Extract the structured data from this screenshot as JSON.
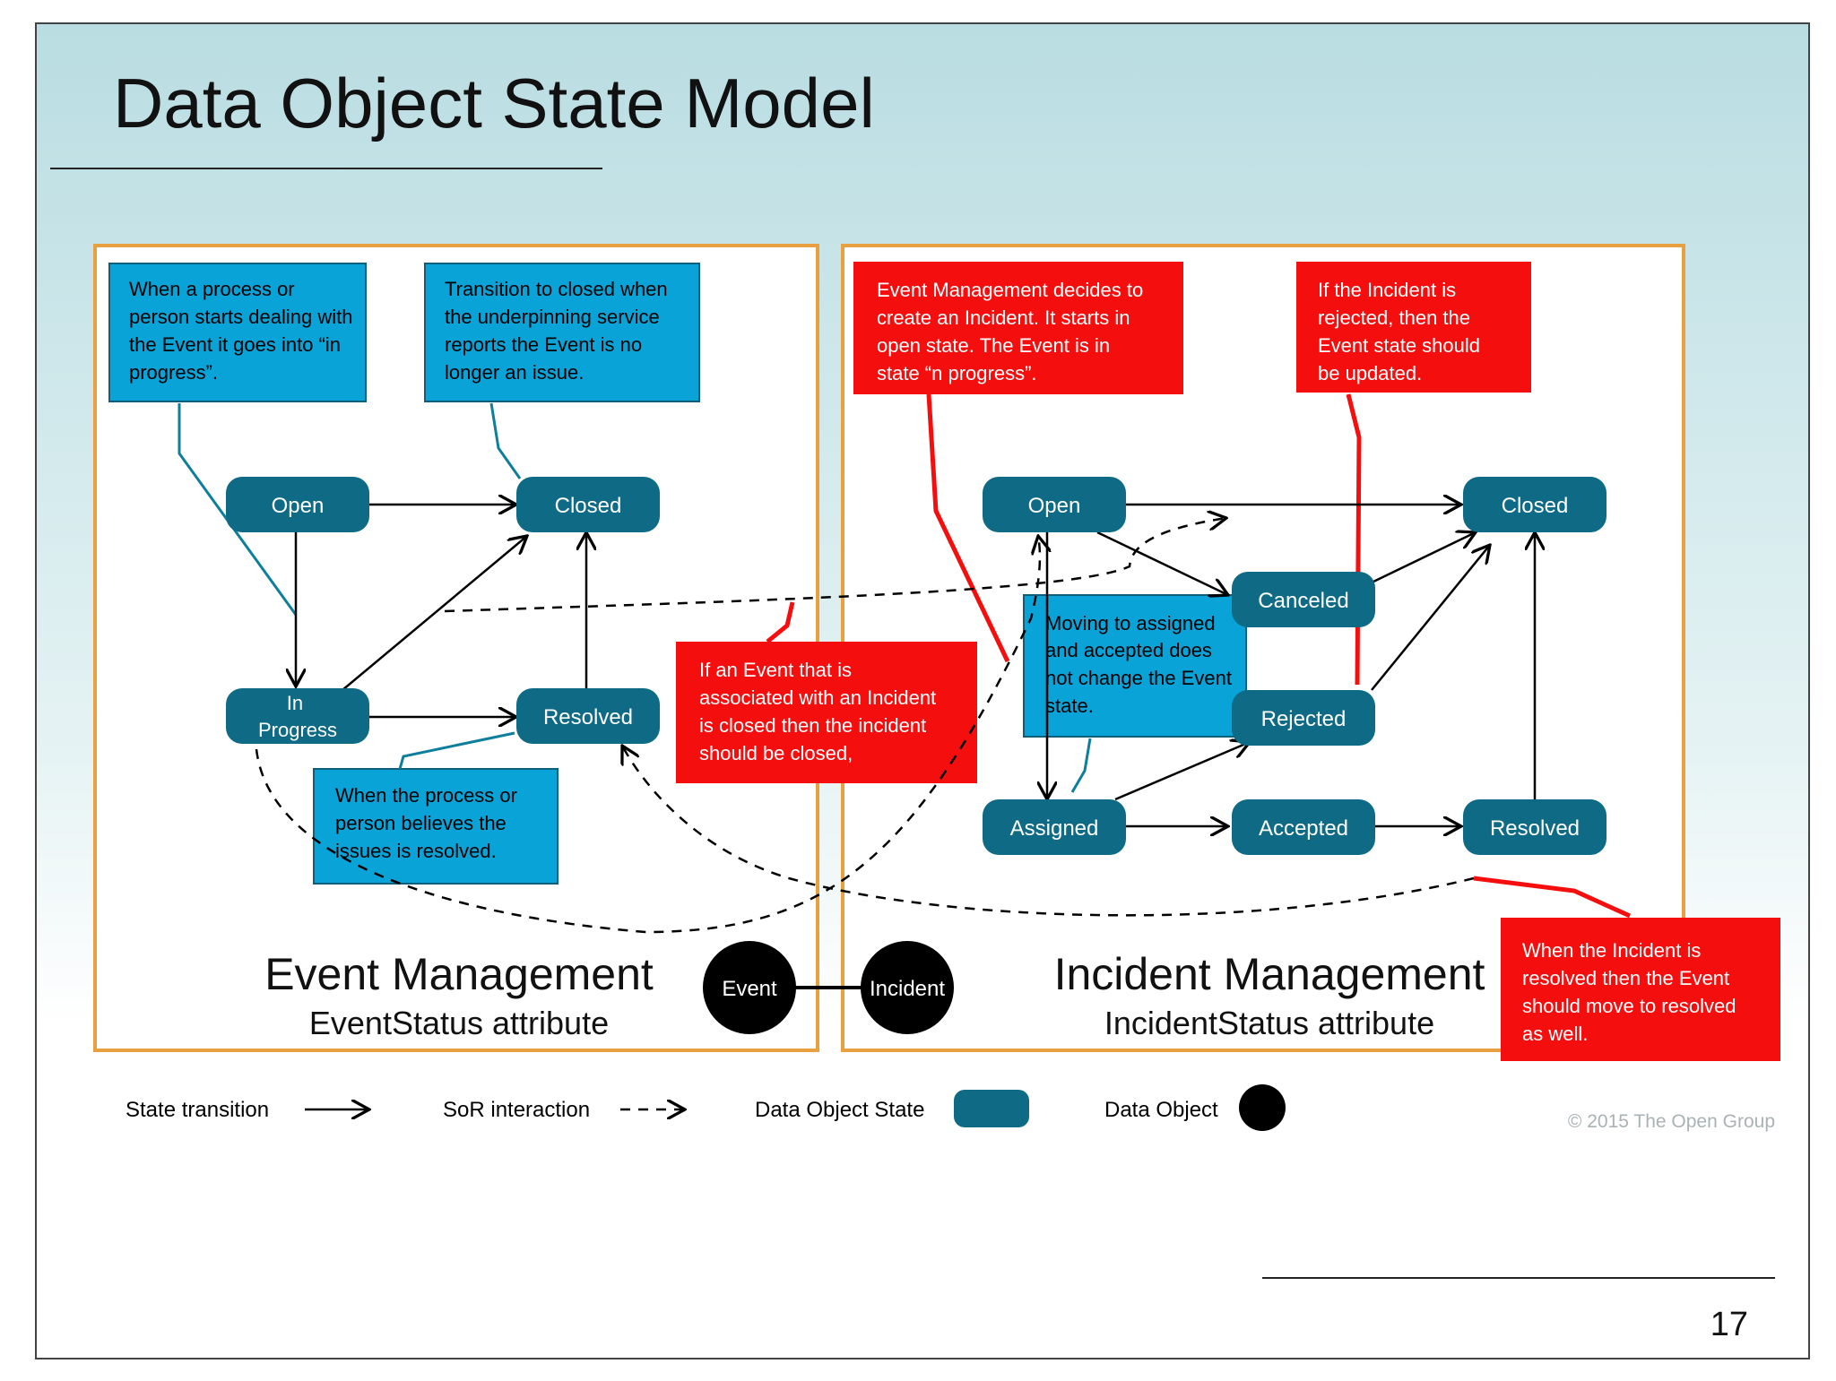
{
  "slide": {
    "title": "Data Object State Model",
    "copyright": "© 2015 The Open Group",
    "page_number": "17"
  },
  "panels": {
    "event": {
      "title": "Event Management",
      "subtitle": "EventStatus attribute"
    },
    "incident": {
      "title": "Incident Management",
      "subtitle": "IncidentStatus attribute"
    }
  },
  "states": {
    "event": {
      "open": [
        "Open"
      ],
      "closed": [
        "Closed"
      ],
      "in_progress": [
        "In",
        "Progress"
      ],
      "resolved": [
        "Resolved"
      ]
    },
    "incident": {
      "open": [
        "Open"
      ],
      "closed": [
        "Closed"
      ],
      "canceled": [
        "Canceled"
      ],
      "rejected": [
        "Rejected"
      ],
      "assigned": [
        "Assigned"
      ],
      "accepted": [
        "Accepted"
      ],
      "resolved": [
        "Resolved"
      ]
    }
  },
  "objects": {
    "event": "Event",
    "incident": "Incident"
  },
  "notes": {
    "blue_in_progress": [
      "When a process or",
      "person starts dealing with",
      "the Event it goes into  “in",
      "progress”."
    ],
    "blue_closed": [
      "Transition to closed when",
      "the underpinning service",
      "reports the Event is no",
      "longer an issue."
    ],
    "blue_resolved": [
      "When the process or",
      "person believes the",
      "issues is resolved."
    ],
    "blue_assigned": [
      "Moving to assigned",
      "and accepted does",
      "not change the Event",
      "state."
    ],
    "red_create": [
      "Event Management decides to",
      "create an Incident. It starts in",
      "open state.  The Event is in",
      "state “n progress”."
    ],
    "red_rejected": [
      "If the Incident is",
      "rejected, then the",
      "Event state should",
      "be updated."
    ],
    "red_event_closed": [
      "If an Event that is",
      "associated with an Incident",
      "is closed then the incident",
      "should be closed,"
    ],
    "red_resolved": [
      "When the Incident is",
      "resolved then the Event",
      "should move to resolved",
      "as well."
    ]
  },
  "legend": {
    "state_transition": "State transition",
    "sor_interaction": "SoR interaction",
    "data_object_state": "Data Object State",
    "data_object": "Data Object"
  },
  "colors": {
    "state_fill": "#0f6b85",
    "blue_note": "#0aa3d8",
    "red_note": "#f50e0e",
    "panel_border": "#e8a040",
    "slide_gradient_top": "#b9dde2"
  }
}
